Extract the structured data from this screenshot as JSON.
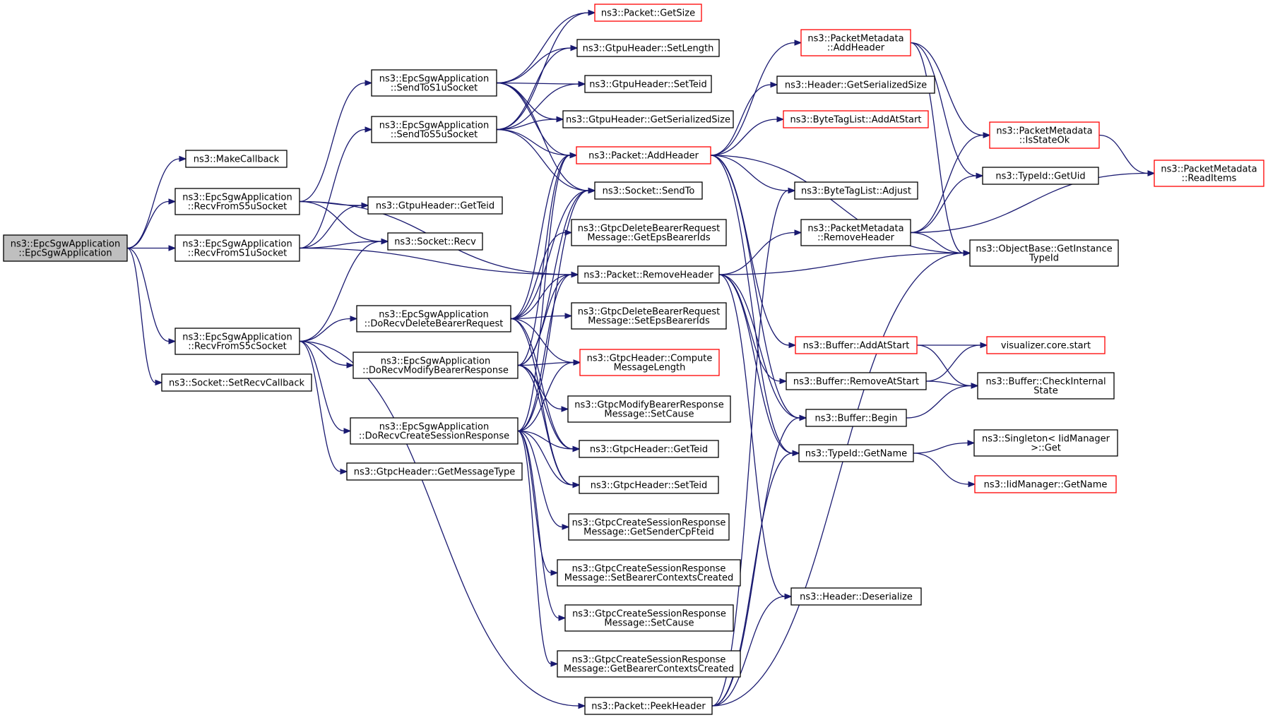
{
  "diagram": {
    "type": "call-graph",
    "colors": {
      "edge": "#191970",
      "normal_border": "#000000",
      "incomplete_border": "#ff0000",
      "root_fill": "#bfbfbf"
    },
    "nodes": [
      {
        "id": "root",
        "lines": [
          "ns3::EpcSgwApplication",
          "::EpcSgwApplication"
        ],
        "style": "root"
      },
      {
        "id": "makecb",
        "lines": [
          "ns3::MakeCallback"
        ],
        "style": "normal"
      },
      {
        "id": "s5u",
        "lines": [
          "ns3::EpcSgwApplication",
          "::RecvFromS5uSocket"
        ],
        "style": "normal"
      },
      {
        "id": "s1u",
        "lines": [
          "ns3::EpcSgwApplication",
          "::RecvFromS1uSocket"
        ],
        "style": "normal"
      },
      {
        "id": "s5c",
        "lines": [
          "ns3::EpcSgwApplication",
          "::RecvFromS5cSocket"
        ],
        "style": "normal"
      },
      {
        "id": "setrecv",
        "lines": [
          "ns3::Socket::SetRecvCallback"
        ],
        "style": "normal"
      },
      {
        "id": "sends1u",
        "lines": [
          "ns3::EpcSgwApplication",
          "::SendToS1uSocket"
        ],
        "style": "normal"
      },
      {
        "id": "sends5u",
        "lines": [
          "ns3::EpcSgwApplication",
          "::SendToS5uSocket"
        ],
        "style": "normal"
      },
      {
        "id": "gtpugetteid",
        "lines": [
          "ns3::GtpuHeader::GetTeid"
        ],
        "style": "normal"
      },
      {
        "id": "recv",
        "lines": [
          "ns3::Socket::Recv"
        ],
        "style": "normal"
      },
      {
        "id": "dodelete",
        "lines": [
          "ns3::EpcSgwApplication",
          "::DoRecvDeleteBearerRequest"
        ],
        "style": "normal"
      },
      {
        "id": "domodify",
        "lines": [
          "ns3::EpcSgwApplication",
          "::DoRecvModifyBearerResponse"
        ],
        "style": "normal"
      },
      {
        "id": "docreate",
        "lines": [
          "ns3::EpcSgwApplication",
          "::DoRecvCreateSessionResponse"
        ],
        "style": "normal"
      },
      {
        "id": "gtpcgetmsgtype",
        "lines": [
          "ns3::GtpcHeader::GetMessageType"
        ],
        "style": "normal"
      },
      {
        "id": "getsize",
        "lines": [
          "ns3::Packet::GetSize"
        ],
        "style": "red"
      },
      {
        "id": "setlength",
        "lines": [
          "ns3::GtpuHeader::SetLength"
        ],
        "style": "normal"
      },
      {
        "id": "gtpusetteid",
        "lines": [
          "ns3::GtpuHeader::SetTeid"
        ],
        "style": "normal"
      },
      {
        "id": "gtpugetser",
        "lines": [
          "ns3::GtpuHeader::GetSerializedSize"
        ],
        "style": "normal"
      },
      {
        "id": "addheader",
        "lines": [
          "ns3::Packet::AddHeader"
        ],
        "style": "red"
      },
      {
        "id": "sendto",
        "lines": [
          "ns3::Socket::SendTo"
        ],
        "style": "normal"
      },
      {
        "id": "getepsids",
        "lines": [
          "ns3::GtpcDeleteBearerRequest",
          "Message::GetEpsBearerIds"
        ],
        "style": "normal"
      },
      {
        "id": "removeheader",
        "lines": [
          "ns3::Packet::RemoveHeader"
        ],
        "style": "normal"
      },
      {
        "id": "setepsids",
        "lines": [
          "ns3::GtpcDeleteBearerRequest",
          "Message::SetEpsBearerIds"
        ],
        "style": "normal"
      },
      {
        "id": "computelen",
        "lines": [
          "ns3::GtpcHeader::Compute",
          "MessageLength"
        ],
        "style": "red"
      },
      {
        "id": "modsetcause",
        "lines": [
          "ns3::GtpcModifyBearerResponse",
          "Message::SetCause"
        ],
        "style": "normal"
      },
      {
        "id": "gtpcgetteid",
        "lines": [
          "ns3::GtpcHeader::GetTeid"
        ],
        "style": "normal"
      },
      {
        "id": "gtpcsetteid",
        "lines": [
          "ns3::GtpcHeader::SetTeid"
        ],
        "style": "normal"
      },
      {
        "id": "getsendercp",
        "lines": [
          "ns3::GtpcCreateSessionResponse",
          "Message::GetSenderCpFteid"
        ],
        "style": "normal"
      },
      {
        "id": "setbearerctx",
        "lines": [
          "ns3::GtpcCreateSessionResponse",
          "Message::SetBearerContextsCreated"
        ],
        "style": "normal"
      },
      {
        "id": "cssetcause",
        "lines": [
          "ns3::GtpcCreateSessionResponse",
          "Message::SetCause"
        ],
        "style": "normal"
      },
      {
        "id": "getbearerctx",
        "lines": [
          "ns3::GtpcCreateSessionResponse",
          "Message::GetBearerContextsCreated"
        ],
        "style": "normal"
      },
      {
        "id": "peekheader",
        "lines": [
          "ns3::Packet::PeekHeader"
        ],
        "style": "normal"
      },
      {
        "id": "pmaddheader",
        "lines": [
          "ns3::PacketMetadata",
          "::AddHeader"
        ],
        "style": "red"
      },
      {
        "id": "hdrgetser",
        "lines": [
          "ns3::Header::GetSerializedSize"
        ],
        "style": "normal"
      },
      {
        "id": "btladdstart",
        "lines": [
          "ns3::ByteTagList::AddAtStart"
        ],
        "style": "red"
      },
      {
        "id": "btladjust",
        "lines": [
          "ns3::ByteTagList::Adjust"
        ],
        "style": "normal"
      },
      {
        "id": "pmremoveheader",
        "lines": [
          "ns3::PacketMetadata",
          "::RemoveHeader"
        ],
        "style": "normal"
      },
      {
        "id": "bufaddstart",
        "lines": [
          "ns3::Buffer::AddAtStart"
        ],
        "style": "red"
      },
      {
        "id": "bufremovestart",
        "lines": [
          "ns3::Buffer::RemoveAtStart"
        ],
        "style": "normal"
      },
      {
        "id": "bufbegin",
        "lines": [
          "ns3::Buffer::Begin"
        ],
        "style": "normal"
      },
      {
        "id": "typeidgetname",
        "lines": [
          "ns3::TypeId::GetName"
        ],
        "style": "normal"
      },
      {
        "id": "hdrdeser",
        "lines": [
          "ns3::Header::Deserialize"
        ],
        "style": "normal"
      },
      {
        "id": "pmisstateok",
        "lines": [
          "ns3::PacketMetadata",
          "::IsStateOk"
        ],
        "style": "red"
      },
      {
        "id": "typeidgetuid",
        "lines": [
          "ns3::TypeId::GetUid"
        ],
        "style": "normal"
      },
      {
        "id": "objgetinstance",
        "lines": [
          "ns3::ObjectBase::GetInstance",
          "TypeId"
        ],
        "style": "normal"
      },
      {
        "id": "vizstart",
        "lines": [
          "visualizer.core.start"
        ],
        "style": "red"
      },
      {
        "id": "bufcheck",
        "lines": [
          "ns3::Buffer::CheckInternal",
          "State"
        ],
        "style": "normal"
      },
      {
        "id": "singletonget",
        "lines": [
          "ns3::Singleton< IidManager",
          ">::Get"
        ],
        "style": "normal"
      },
      {
        "id": "iidgetname",
        "lines": [
          "ns3::IidManager::GetName"
        ],
        "style": "red"
      },
      {
        "id": "pmreaditems",
        "lines": [
          "ns3::PacketMetadata",
          "::ReadItems"
        ],
        "style": "red"
      }
    ],
    "edges": [
      [
        "root",
        "makecb"
      ],
      [
        "root",
        "s5u"
      ],
      [
        "root",
        "s1u"
      ],
      [
        "root",
        "s5c"
      ],
      [
        "root",
        "setrecv"
      ],
      [
        "s5u",
        "sends1u"
      ],
      [
        "s5u",
        "gtpugetteid"
      ],
      [
        "s5u",
        "recv"
      ],
      [
        "s5u",
        "removeheader"
      ],
      [
        "s1u",
        "sends5u"
      ],
      [
        "s1u",
        "gtpugetteid"
      ],
      [
        "s1u",
        "recv"
      ],
      [
        "s1u",
        "removeheader"
      ],
      [
        "s5c",
        "recv"
      ],
      [
        "s5c",
        "dodelete"
      ],
      [
        "s5c",
        "domodify"
      ],
      [
        "s5c",
        "docreate"
      ],
      [
        "s5c",
        "gtpcgetmsgtype"
      ],
      [
        "s5c",
        "peekheader"
      ],
      [
        "sends1u",
        "getsize"
      ],
      [
        "sends1u",
        "setlength"
      ],
      [
        "sends1u",
        "gtpusetteid"
      ],
      [
        "sends1u",
        "gtpugetser"
      ],
      [
        "sends1u",
        "addheader"
      ],
      [
        "sends1u",
        "sendto"
      ],
      [
        "sends5u",
        "getsize"
      ],
      [
        "sends5u",
        "setlength"
      ],
      [
        "sends5u",
        "gtpusetteid"
      ],
      [
        "sends5u",
        "gtpugetser"
      ],
      [
        "sends5u",
        "addheader"
      ],
      [
        "sends5u",
        "sendto"
      ],
      [
        "dodelete",
        "addheader"
      ],
      [
        "dodelete",
        "sendto"
      ],
      [
        "dodelete",
        "getepsids"
      ],
      [
        "dodelete",
        "removeheader"
      ],
      [
        "dodelete",
        "setepsids"
      ],
      [
        "dodelete",
        "computelen"
      ],
      [
        "dodelete",
        "gtpcgetteid"
      ],
      [
        "dodelete",
        "gtpcsetteid"
      ],
      [
        "domodify",
        "addheader"
      ],
      [
        "domodify",
        "sendto"
      ],
      [
        "domodify",
        "removeheader"
      ],
      [
        "domodify",
        "computelen"
      ],
      [
        "domodify",
        "modsetcause"
      ],
      [
        "domodify",
        "gtpcgetteid"
      ],
      [
        "domodify",
        "gtpcsetteid"
      ],
      [
        "docreate",
        "addheader"
      ],
      [
        "docreate",
        "sendto"
      ],
      [
        "docreate",
        "removeheader"
      ],
      [
        "docreate",
        "computelen"
      ],
      [
        "docreate",
        "gtpcgetteid"
      ],
      [
        "docreate",
        "gtpcsetteid"
      ],
      [
        "docreate",
        "getsendercp"
      ],
      [
        "docreate",
        "setbearerctx"
      ],
      [
        "docreate",
        "cssetcause"
      ],
      [
        "docreate",
        "getbearerctx"
      ],
      [
        "addheader",
        "pmaddheader"
      ],
      [
        "addheader",
        "hdrgetser"
      ],
      [
        "addheader",
        "btladdstart"
      ],
      [
        "addheader",
        "btladjust"
      ],
      [
        "addheader",
        "bufaddstart"
      ],
      [
        "addheader",
        "bufbegin"
      ],
      [
        "addheader",
        "typeidgetname"
      ],
      [
        "addheader",
        "objgetinstance"
      ],
      [
        "removeheader",
        "pmremoveheader"
      ],
      [
        "removeheader",
        "objgetinstance"
      ],
      [
        "removeheader",
        "bufremovestart"
      ],
      [
        "removeheader",
        "bufbegin"
      ],
      [
        "removeheader",
        "typeidgetname"
      ],
      [
        "removeheader",
        "hdrdeser"
      ],
      [
        "peekheader",
        "btladjust"
      ],
      [
        "peekheader",
        "objgetinstance"
      ],
      [
        "peekheader",
        "bufbegin"
      ],
      [
        "peekheader",
        "typeidgetname"
      ],
      [
        "peekheader",
        "hdrdeser"
      ],
      [
        "pmaddheader",
        "pmisstateok"
      ],
      [
        "pmaddheader",
        "typeidgetuid"
      ],
      [
        "pmaddheader",
        "objgetinstance"
      ],
      [
        "pmremoveheader",
        "pmisstateok"
      ],
      [
        "pmremoveheader",
        "typeidgetuid"
      ],
      [
        "pmremoveheader",
        "objgetinstance"
      ],
      [
        "pmremoveheader",
        "pmreaditems"
      ],
      [
        "pmisstateok",
        "pmreaditems"
      ],
      [
        "bufaddstart",
        "vizstart"
      ],
      [
        "bufaddstart",
        "bufcheck"
      ],
      [
        "bufremovestart",
        "vizstart"
      ],
      [
        "bufremovestart",
        "bufcheck"
      ],
      [
        "bufbegin",
        "bufcheck"
      ],
      [
        "typeidgetname",
        "singletonget"
      ],
      [
        "typeidgetname",
        "iidgetname"
      ]
    ]
  }
}
